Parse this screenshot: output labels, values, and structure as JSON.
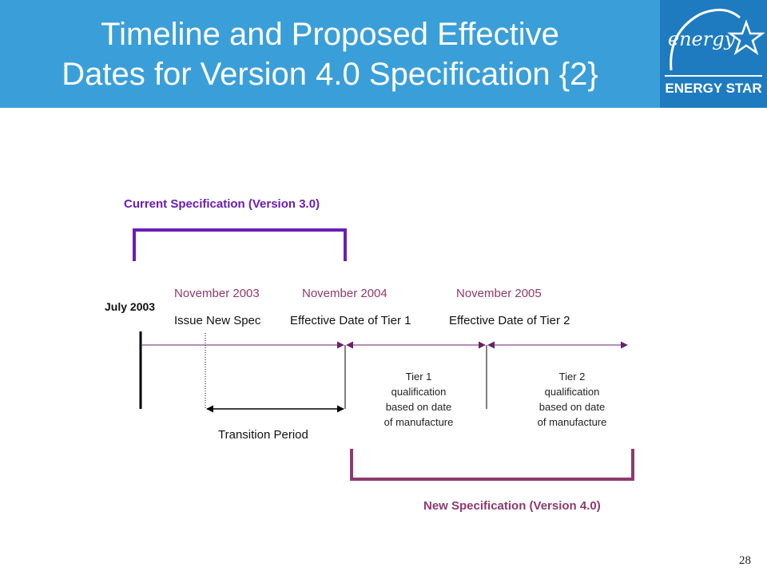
{
  "header": {
    "title_line1": "Timeline and Proposed Effective",
    "title_line2": "Dates for Version 4.0 Specification {2}",
    "bg_color": "#3a9fd8"
  },
  "logo": {
    "script_text": "energy",
    "name": "ENERGY STAR",
    "bg_color": "#1e7bc0",
    "icon": "energy-star-logo"
  },
  "timeline": {
    "current_spec_label": "Current Specification (Version 3.0)",
    "current_spec_color": "#6a1db5",
    "new_spec_label": "New Specification (Version 4.0)",
    "new_spec_color": "#8e3a6e",
    "date_color": "#8e3a6e",
    "start_label": "July 2003",
    "milestones": [
      {
        "date": "November 2003",
        "event": "Issue New Spec"
      },
      {
        "date": "November 2004",
        "event": "Effective Date of Tier 1"
      },
      {
        "date": "November 2005",
        "event": "Effective Date of Tier 2"
      }
    ],
    "transition_label": "Transition Period",
    "tier1_note": [
      "Tier 1",
      "qualification",
      "based on date",
      "of manufacture"
    ],
    "tier2_note": [
      "Tier 2",
      "qualification",
      "based on date",
      "of manufacture"
    ]
  },
  "page_number": "28"
}
